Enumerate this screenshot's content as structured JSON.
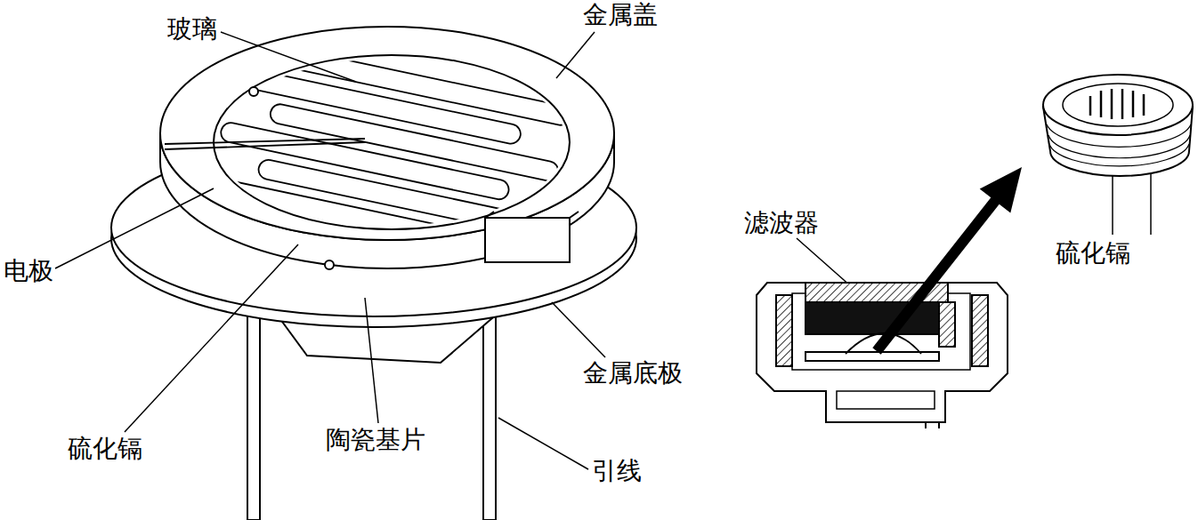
{
  "diagram": {
    "labels": [
      "玻璃",
      "金属盖",
      "电极",
      "硫化镉",
      "陶瓷基片",
      "金属底极",
      "引线",
      "滤波器",
      "硫化镉"
    ]
  }
}
